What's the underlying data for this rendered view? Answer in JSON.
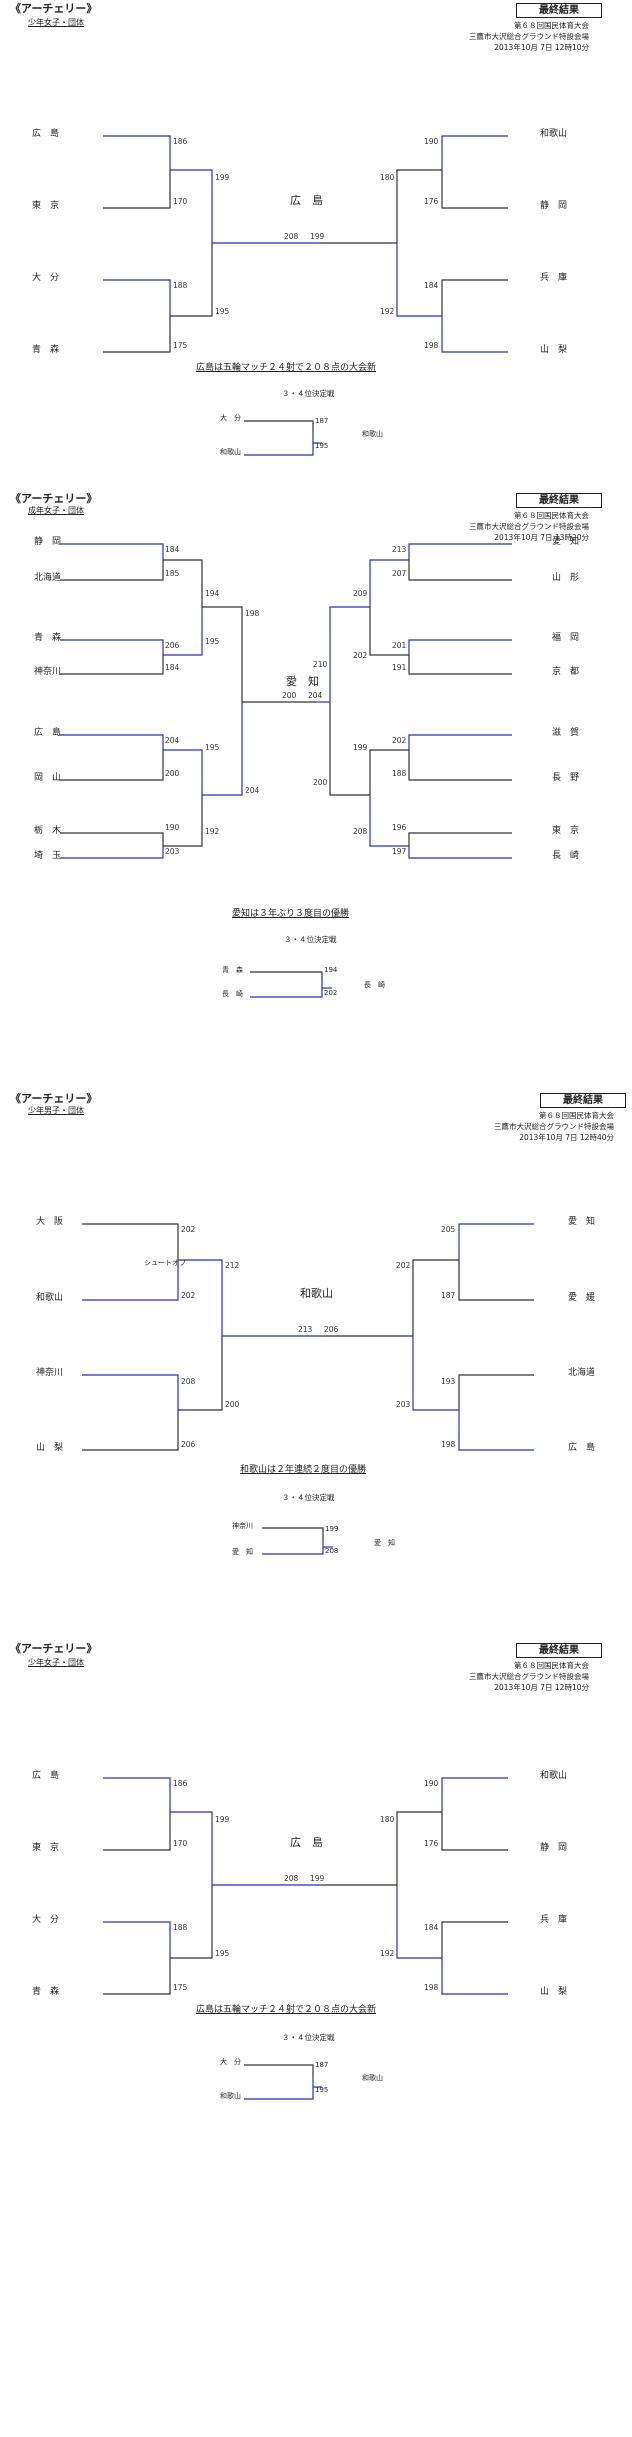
{
  "sheets": [
    {
      "event": "《アーチェリー》",
      "category": "少年女子・団体",
      "badge": "最終結果",
      "meet": "第６８回国民体育大会",
      "venue": "三鷹市大沢総合グラウンド特設会場",
      "date": "2013年10月 7日 12時10分",
      "left": [
        {
          "team": "広　島",
          "score": "186"
        },
        {
          "team": "東　京",
          "score": "170"
        },
        {
          "team": "大　分",
          "score": "188"
        },
        {
          "team": "青　森",
          "score": "175"
        }
      ],
      "right": [
        {
          "team": "和歌山",
          "score": "190"
        },
        {
          "team": "静　岡",
          "score": "176"
        },
        {
          "team": "兵　庫",
          "score": "184"
        },
        {
          "team": "山　梨",
          "score": "198"
        }
      ],
      "semi_left": [
        "199",
        "195"
      ],
      "semi_right": [
        "180",
        "192"
      ],
      "final_left": "208",
      "final_right": "199",
      "winner": "広　島",
      "note": "広島は五輪マッチ２４射で２０８点の大会新",
      "third_title": "３・４位決定戦",
      "third": [
        {
          "team": "大　分",
          "score": "187"
        },
        {
          "team": "和歌山",
          "score": "195"
        }
      ],
      "third_winner": "和歌山"
    },
    {
      "event": "《アーチェリー》",
      "category": "成年女子・団体",
      "badge": "最終結果",
      "meet": "第６８回国民体育大会",
      "venue": "三鷹市大沢総合グラウンド特設会場",
      "date": "2013年10月 7日 13時20分",
      "left": [
        {
          "team": "静　岡",
          "score": "184"
        },
        {
          "team": "北海道",
          "score": "185"
        },
        {
          "team": "青　森",
          "score": "206"
        },
        {
          "team": "神奈川",
          "score": "184"
        },
        {
          "team": "広　島",
          "score": "204"
        },
        {
          "team": "岡　山",
          "score": "200"
        },
        {
          "team": "栃　木",
          "score": "190"
        },
        {
          "team": "埼　玉",
          "score": "203"
        }
      ],
      "right": [
        {
          "team": "愛　知",
          "score": "213"
        },
        {
          "team": "山　形",
          "score": "207"
        },
        {
          "team": "福　岡",
          "score": "201"
        },
        {
          "team": "京　都",
          "score": "191"
        },
        {
          "team": "滋　賀",
          "score": "202"
        },
        {
          "team": "長　野",
          "score": "188"
        },
        {
          "team": "東　京",
          "score": "196"
        },
        {
          "team": "長　崎",
          "score": "197"
        }
      ],
      "qf_left": [
        "194",
        "195",
        "195",
        "192"
      ],
      "qf_right": [
        "209",
        "202",
        "199",
        "208"
      ],
      "semi_left": [
        "198",
        "204"
      ],
      "semi_right": [
        "210",
        "200"
      ],
      "final_left": "200",
      "final_right": "204",
      "winner": "愛　知",
      "note": "愛知は３年ぶり３度目の優勝",
      "third_title": "３・４位決定戦",
      "third": [
        {
          "team": "青　森",
          "score": "194"
        },
        {
          "team": "長　崎",
          "score": "202"
        }
      ],
      "third_winner": "長　崎"
    },
    {
      "event": "《アーチェリー》",
      "category": "少年男子・団体",
      "badge": "最終結果",
      "meet": "第６８回国民体育大会",
      "venue": "三鷹市大沢総合グラウンド特設会場",
      "date": "2013年10月 7日 12時40分",
      "left": [
        {
          "team": "大　阪",
          "score": "202"
        },
        {
          "team": "和歌山",
          "score": "202"
        },
        {
          "team": "神奈川",
          "score": "208"
        },
        {
          "team": "山　梨",
          "score": "206"
        }
      ],
      "right": [
        {
          "team": "愛　知",
          "score": "205"
        },
        {
          "team": "愛　媛",
          "score": "187"
        },
        {
          "team": "北海道",
          "score": "193"
        },
        {
          "team": "広　島",
          "score": "198"
        }
      ],
      "shootoff": "シュートオフ",
      "semi_left": [
        "212",
        "200"
      ],
      "semi_right": [
        "202",
        "203"
      ],
      "final_left": "213",
      "final_right": "206",
      "winner": "和歌山",
      "note": "和歌山は２年連続２度目の優勝",
      "third_title": "３・４位決定戦",
      "third": [
        {
          "team": "神奈川",
          "score": "199"
        },
        {
          "team": "愛　知",
          "score": "208"
        }
      ],
      "third_winner": "愛　知"
    },
    {
      "event": "《アーチェリー》",
      "category": "少年女子・団体",
      "badge": "最終結果",
      "meet": "第６８回国民体育大会",
      "venue": "三鷹市大沢総合グラウンド特設会場",
      "date": "2013年10月 7日 12時10分",
      "left": [
        {
          "team": "広　島",
          "score": "186"
        },
        {
          "team": "東　京",
          "score": "170"
        },
        {
          "team": "大　分",
          "score": "188"
        },
        {
          "team": "青　森",
          "score": "175"
        }
      ],
      "right": [
        {
          "team": "和歌山",
          "score": "190"
        },
        {
          "team": "静　岡",
          "score": "176"
        },
        {
          "team": "兵　庫",
          "score": "184"
        },
        {
          "team": "山　梨",
          "score": "198"
        }
      ],
      "semi_left": [
        "199",
        "195"
      ],
      "semi_right": [
        "180",
        "192"
      ],
      "final_left": "208",
      "final_right": "199",
      "winner": "広　島",
      "note": "広島は五輪マッチ２４射で２０８点の大会新",
      "third_title": "３・４位決定戦",
      "third": [
        {
          "team": "大　分",
          "score": "187"
        },
        {
          "team": "和歌山",
          "score": "195"
        }
      ],
      "third_winner": "和歌山"
    }
  ],
  "colors": {
    "win": "#2233bb",
    "loss": "#333333"
  }
}
